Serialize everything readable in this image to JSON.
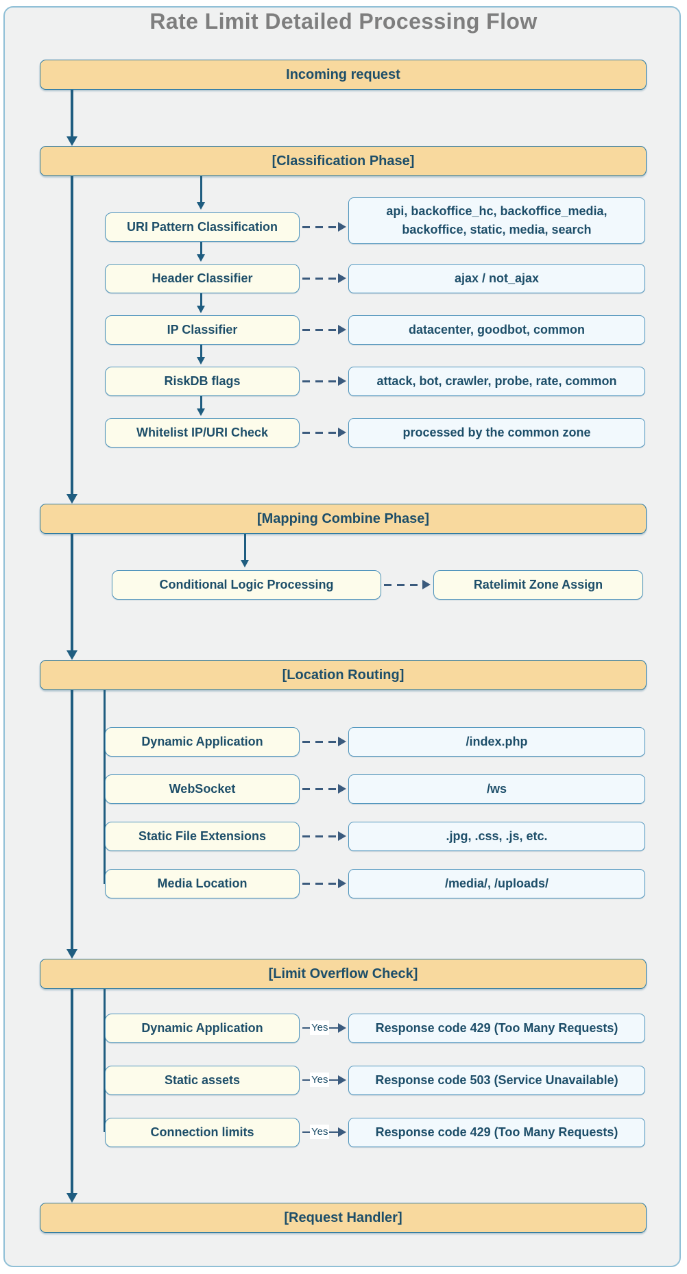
{
  "title": "Rate Limit Detailed Processing Flow",
  "colors": {
    "page-bg": "#ffffff",
    "panel-bg": "#f0f1f1",
    "panel-border": "#8fbfd6",
    "bar-fill": "#f8d99e",
    "bar-border": "#2e7ba3",
    "box-yellow": "#fdfceb",
    "box-blue": "#f2f9fd",
    "box-border": "#4f94bc",
    "ink": "#1d4e69",
    "title": "#7e7e7e",
    "arrow": "#1f5d80",
    "dash": "#3a5a7d",
    "label-bg": "#ffffff"
  },
  "flow": {
    "incoming": "Incoming request",
    "request_handler": "[Request Handler]",
    "classification": {
      "label": "[Classification Phase]",
      "rows": [
        {
          "label": "URI Pattern Classification",
          "value": "api, backoffice_hc, backoffice_media, backoffice, static, media, search"
        },
        {
          "label": "Header Classifier",
          "value": "ajax / not_ajax"
        },
        {
          "label": "IP Classifier",
          "value": "datacenter, goodbot, common"
        },
        {
          "label": "RiskDB flags",
          "value": "attack, bot, crawler, probe, rate, common"
        },
        {
          "label": "Whitelist IP/URI Check",
          "value": "processed by the common zone"
        }
      ]
    },
    "mapping": {
      "label": "[Mapping Combine Phase]",
      "step": {
        "label": "Conditional Logic Processing",
        "value": "Ratelimit Zone Assign"
      }
    },
    "location": {
      "label": "[Location Routing]",
      "rows": [
        {
          "label": "Dynamic Application",
          "value": "/index.php"
        },
        {
          "label": "WebSocket",
          "value": "/ws"
        },
        {
          "label": "Static File Extensions",
          "value": ".jpg, .css, .js, etc."
        },
        {
          "label": "Media Location",
          "value": "/media/, /uploads/"
        }
      ]
    },
    "overflow": {
      "label": "[Limit Overflow Check]",
      "yes": "Yes",
      "rows": [
        {
          "label": "Dynamic Application",
          "value": "Response code 429 (Too Many Requests)"
        },
        {
          "label": "Static assets",
          "value": "Response code 503 (Service Unavailable)"
        },
        {
          "label": "Connection limits",
          "value": "Response code 429 (Too Many Requests)"
        }
      ]
    }
  }
}
